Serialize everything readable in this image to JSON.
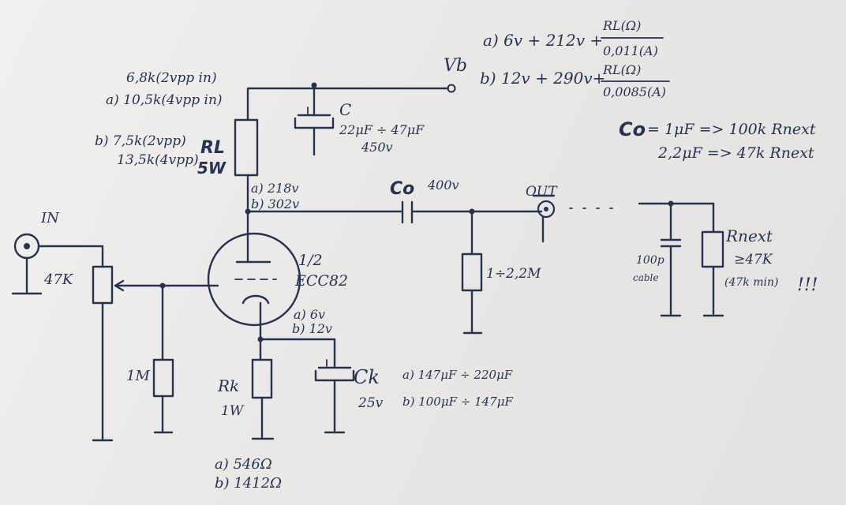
{
  "supply": {
    "label": "Vb",
    "formula_a": "a) 6v + 212v +",
    "formula_b": "b) 12v + 290v+",
    "frac_num_a": "RL(Ω)",
    "frac_den_a": "0,011(A)",
    "frac_num_b": "RL(Ω)",
    "frac_den_b": "0,0085(A)"
  },
  "anode_resistor": {
    "label": "RL",
    "rating": "5W",
    "a_line1": "6,8k(2vpp in)",
    "a_line2": "a) 10,5k(4vpp in)",
    "b_line1": "b) 7,5k(2vpp)",
    "b_line2": "13,5k(4vpp)"
  },
  "supply_cap": {
    "label": "C",
    "value": "22μF ÷ 47μF",
    "voltage": "450v"
  },
  "anode_voltage": {
    "a": "a) 218v",
    "b": "b) 302v"
  },
  "coupling_cap": {
    "label": "Co",
    "voltage": "400v"
  },
  "output": {
    "label": "OUT"
  },
  "leak_resistor": {
    "value": "1÷2,2M"
  },
  "tube": {
    "label_top": "1/2",
    "label_bottom": "ECC82"
  },
  "cathode_voltage": {
    "a": "a) 6v",
    "b": "b) 12v"
  },
  "cathode_cap": {
    "label": "Ck",
    "voltage": "25v",
    "a": "a) 147μF ÷ 220μF",
    "b": "b) 100μF ÷ 147μF"
  },
  "cathode_resistor": {
    "label": "Rk",
    "rating": "1W",
    "a": "a) 546Ω",
    "b": "b) 1412Ω"
  },
  "input": {
    "label": "IN",
    "pot": "47K",
    "grid_resistor": "1M"
  },
  "load": {
    "cable_cap": "100p",
    "cable_label": "cable",
    "rnext": "Rnext",
    "rnext_min": "≥47K",
    "rnext_note": "(47k min)",
    "exclaim": "!!!"
  },
  "co_rule": {
    "sym": "Co",
    "line1": "= 1μF => 100k Rnext",
    "line2": "2,2μF => 47k Rnext"
  }
}
